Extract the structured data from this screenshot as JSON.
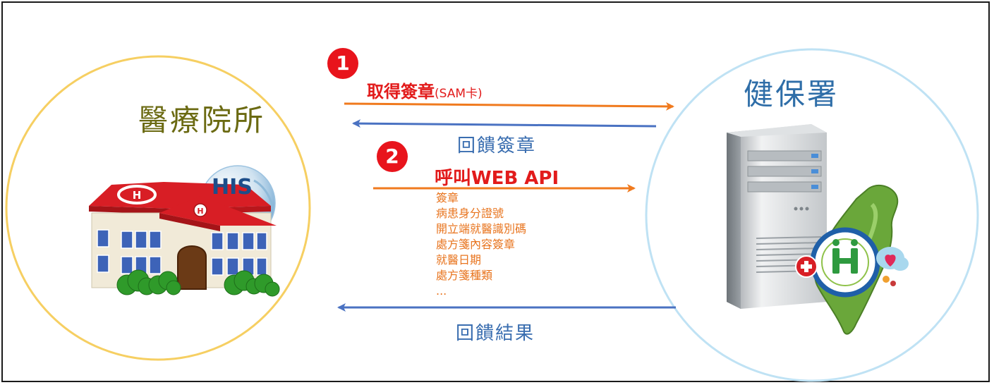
{
  "left_node": {
    "label": "醫療院所",
    "system_badge": "HIS"
  },
  "right_node": {
    "label": "健保署"
  },
  "step1": {
    "number": "1",
    "request_label": "取得簽章",
    "request_note": "(SAM卡)",
    "response_label": "回饋簽章"
  },
  "step2": {
    "number": "2",
    "request_label": "呼叫WEB API",
    "params": [
      "簽章",
      "病患身分證號",
      "開立端就醫識別碼",
      "處方箋內容簽章",
      "就醫日期",
      "處方箋種類",
      "..."
    ],
    "response_label": "回饋結果"
  },
  "colors": {
    "request_arrow": "#f07a1e",
    "response_arrow": "#4a72c2",
    "left_circle": "#f6cf62",
    "right_circle": "#bfe2f4",
    "badge": "#e8141c"
  },
  "icons": [
    "hospital-building-icon",
    "his-globe-icon",
    "server-tower-icon",
    "taiwan-map-icon",
    "nhi-logo-icon"
  ]
}
